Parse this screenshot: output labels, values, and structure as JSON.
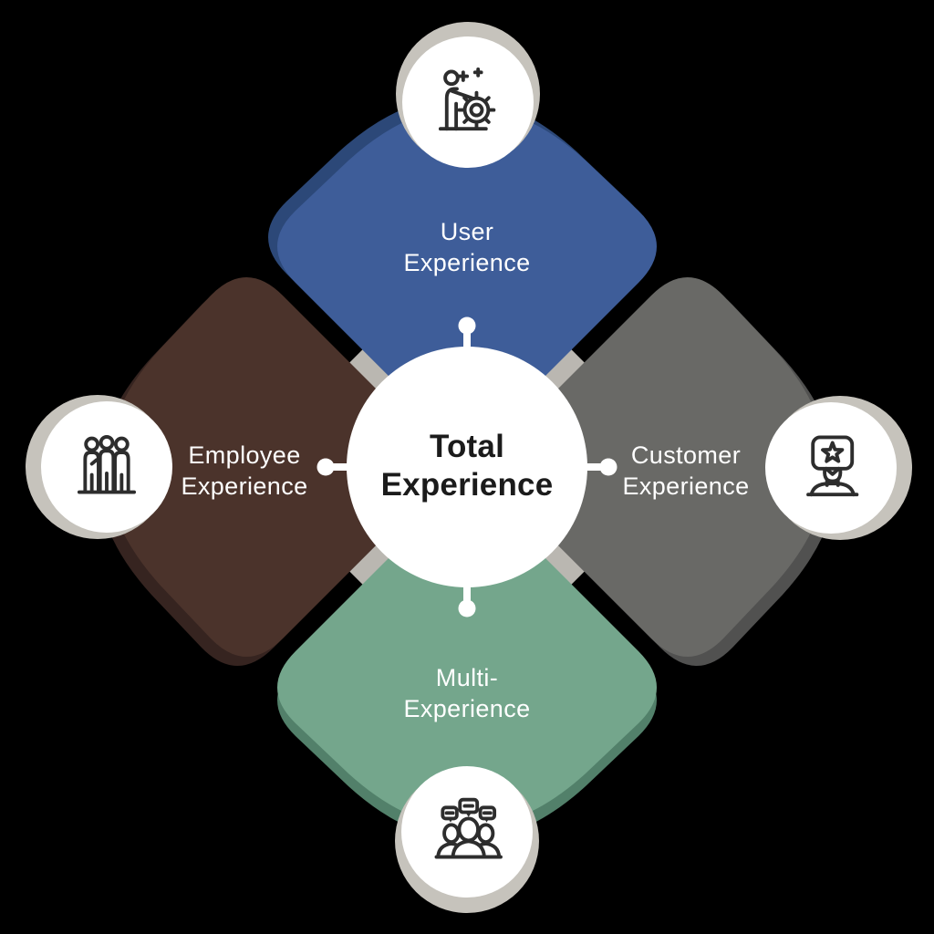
{
  "diagram": {
    "center": {
      "title_line1": "Total",
      "title_line2": "Experience"
    },
    "petals": {
      "user": {
        "label_line1": "User",
        "label_line2": "Experience",
        "color": "#3e5d99",
        "shadow_color": "#2c4878",
        "icon": "user-gear-icon"
      },
      "customer": {
        "label_line1": "Customer",
        "label_line2": "Experience",
        "color": "#696966",
        "shadow_color": "#515150",
        "icon": "customer-review-icon"
      },
      "multi": {
        "label_line1": "Multi-",
        "label_line2": "Experience",
        "color": "#74a68c",
        "shadow_color": "#52806a",
        "icon": "group-chat-icon"
      },
      "employee": {
        "label_line1": "Employee",
        "label_line2": "Experience",
        "color": "#4b332b",
        "shadow_color": "#362420",
        "icon": "people-group-icon"
      }
    },
    "colors": {
      "background": "#000000",
      "badge_fill": "#ffffff",
      "badge_ring": "#c6c3bc",
      "connector_ribbon": "#bab7b1",
      "connector_accent": "#c0392b",
      "icon_stroke": "#2d2d2d",
      "label_text": "#ffffff",
      "center_text": "#1b1b1b"
    }
  }
}
